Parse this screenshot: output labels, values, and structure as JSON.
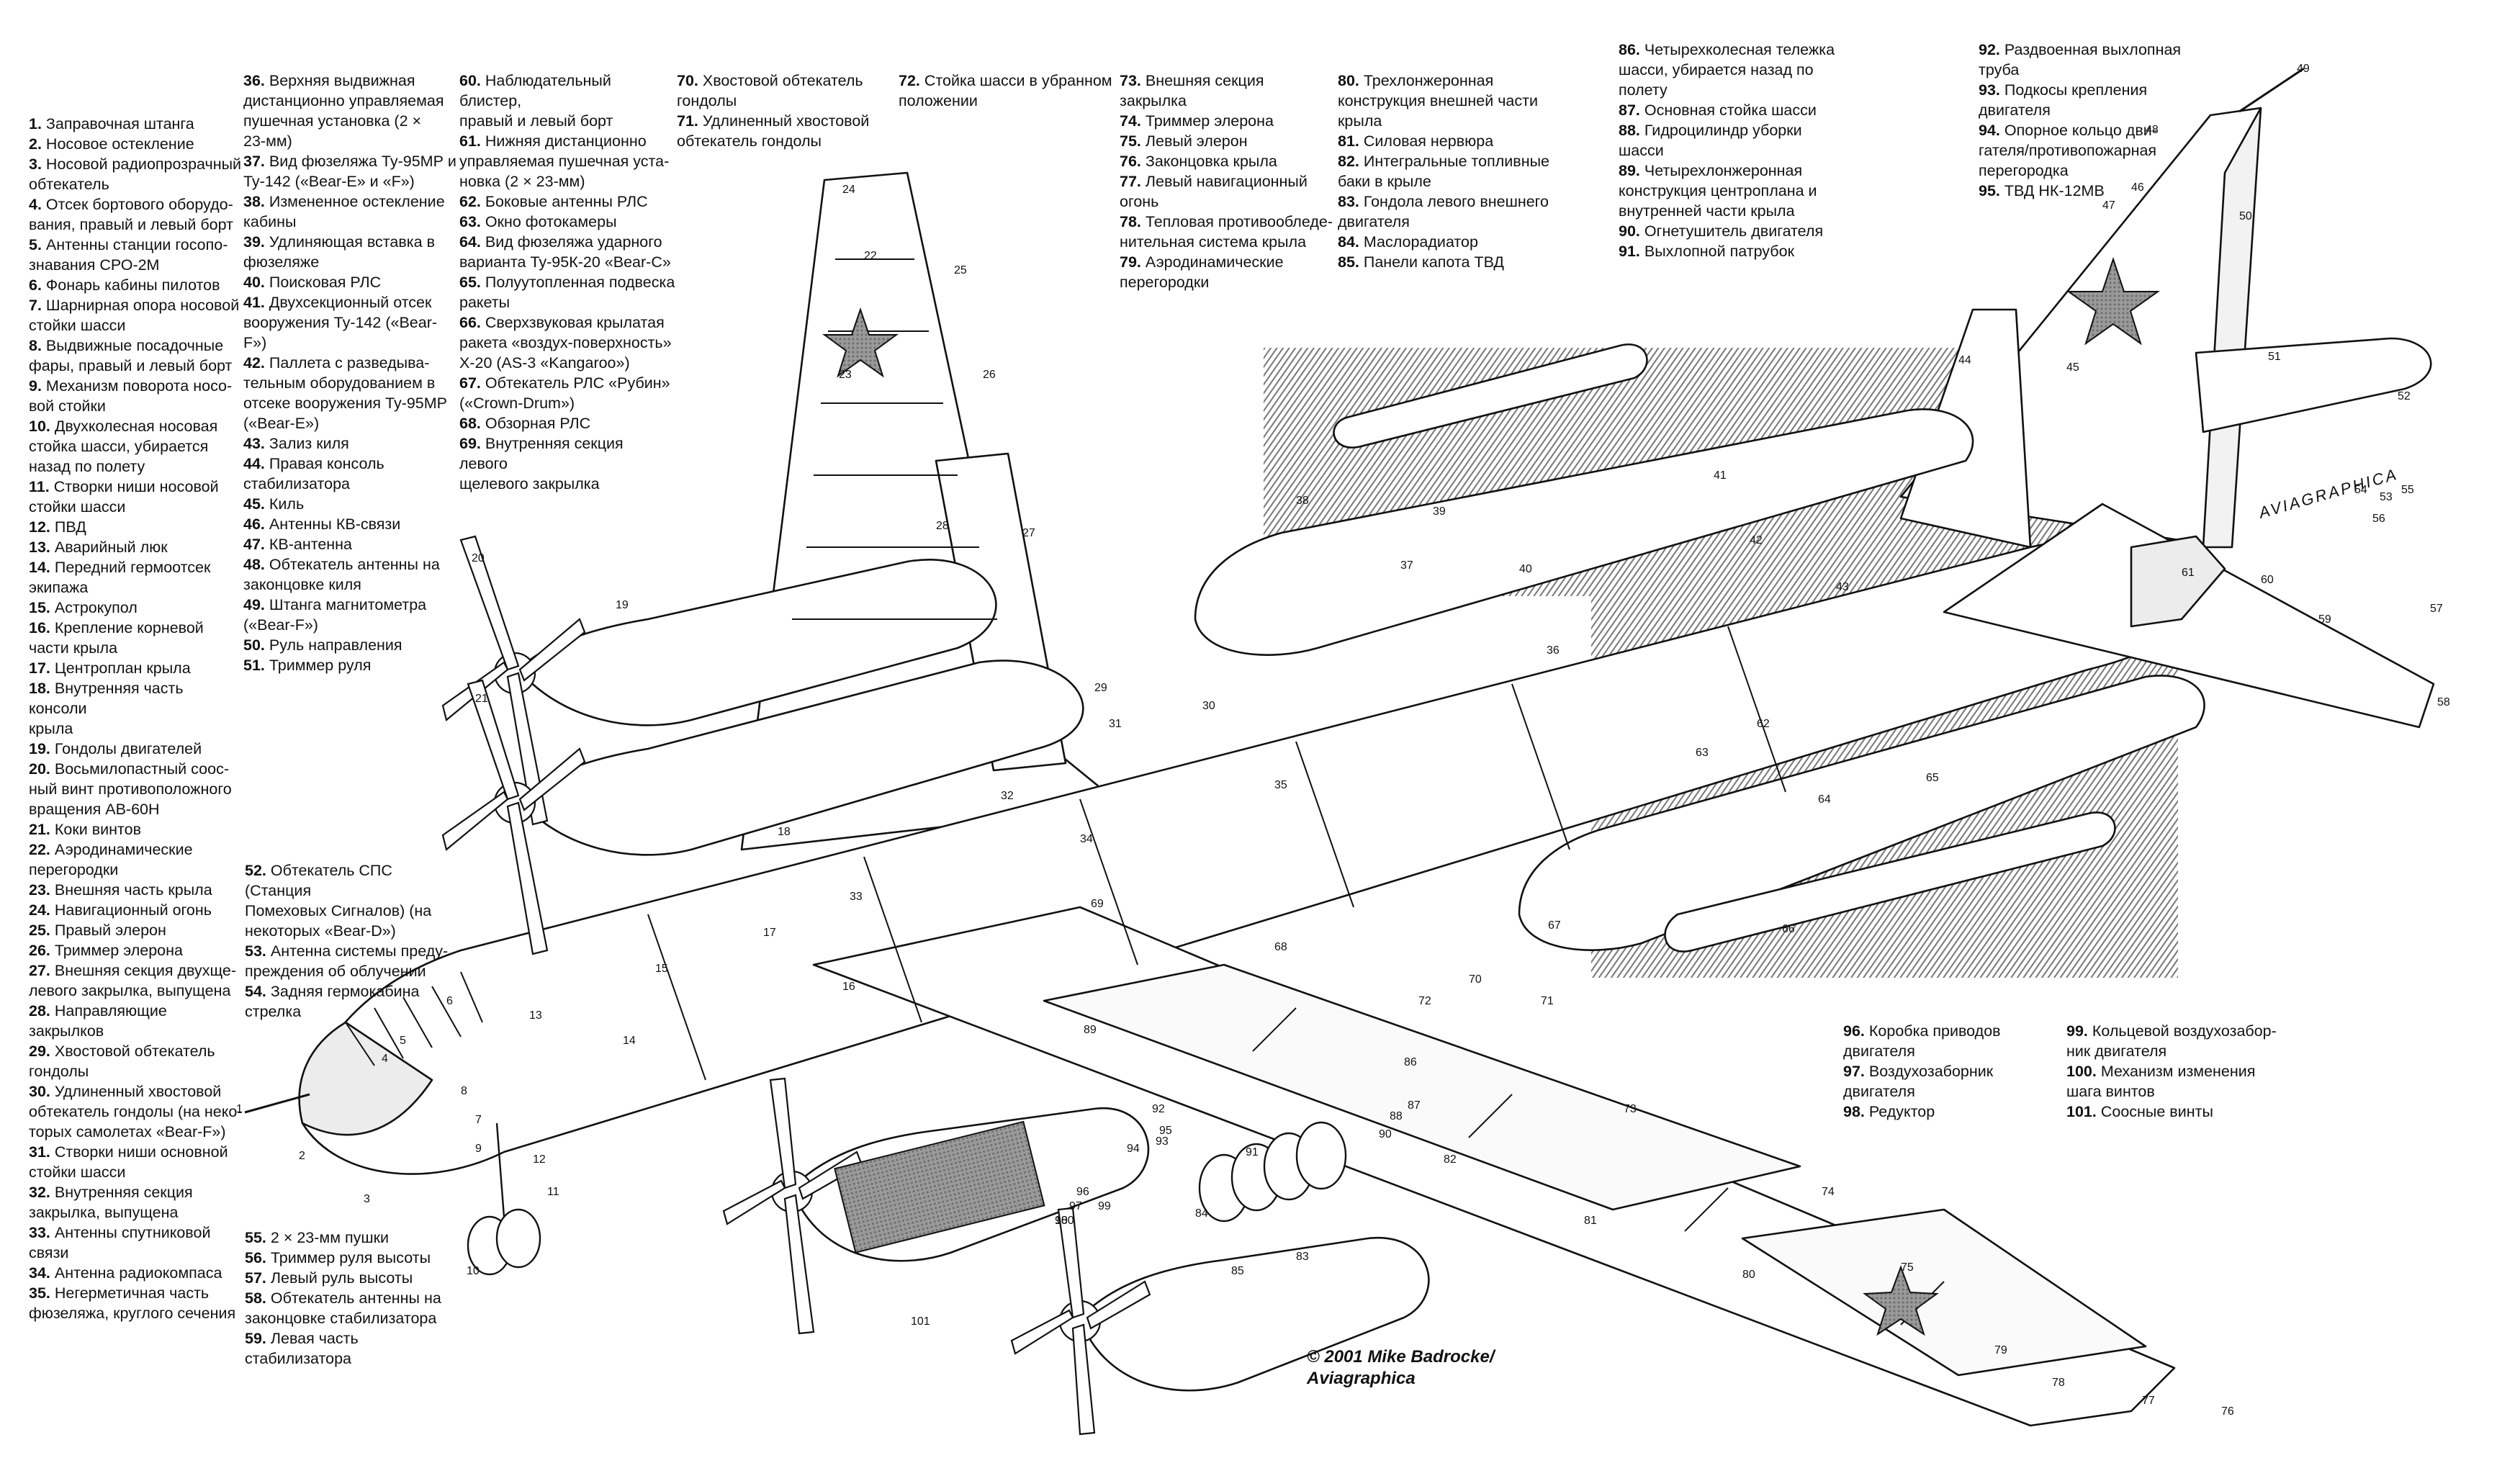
{
  "legend": {
    "col1": [
      [
        "1.",
        "Заправочная штанга"
      ],
      [
        "2.",
        "Носовое остекление"
      ],
      [
        "3.",
        "Носовой радиопрозрачный\nобтекатель"
      ],
      [
        "4.",
        "Отсек бортового оборудо-\nвания, правый и левый борт"
      ],
      [
        "5.",
        "Антенны станции госопо-\nзнавания СРО-2М"
      ],
      [
        "6.",
        "Фонарь кабины пилотов"
      ],
      [
        "7.",
        "Шарнирная опора носовой\nстойки шасси"
      ],
      [
        "8.",
        "Выдвижные посадочные\nфары, правый и левый борт"
      ],
      [
        "9.",
        "Механизм поворота носо-\nвой стойки"
      ],
      [
        "10.",
        "Двухколесная носовая\nстойка шасси, убирается\nназад по полету"
      ],
      [
        "11.",
        "Створки ниши носовой\nстойки шасси"
      ],
      [
        "12.",
        "ПВД"
      ],
      [
        "13.",
        "Аварийный люк"
      ],
      [
        "14.",
        "Передний гермоотсек\nэкипажа"
      ],
      [
        "15.",
        "Астрокупол"
      ],
      [
        "16.",
        "Крепление корневой\nчасти крыла"
      ],
      [
        "17.",
        "Центроплан крыла"
      ],
      [
        "18.",
        "Внутренняя часть консоли\nкрыла"
      ],
      [
        "19.",
        "Гондолы двигателей"
      ],
      [
        "20.",
        "Восьмилопастный соос-\nный винт противоположного\nвращения АВ-60Н"
      ],
      [
        "21.",
        "Коки винтов"
      ],
      [
        "22.",
        "Аэродинамические\nперегородки"
      ],
      [
        "23.",
        "Внешняя часть крыла"
      ],
      [
        "24.",
        "Навигационный огонь"
      ],
      [
        "25.",
        "Правый элерон"
      ],
      [
        "26.",
        "Триммер элерона"
      ],
      [
        "27.",
        "Внешняя секция двухще-\nлевого закрылка, выпущена"
      ],
      [
        "28.",
        "Направляющие\nзакрылков"
      ],
      [
        "29.",
        "Хвостовой обтекатель\nгондолы"
      ],
      [
        "30.",
        "Удлиненный хвостовой\nобтекатель гондолы (на неко-\nторых самолетах «Bear-F»)"
      ],
      [
        "31.",
        "Створки ниши основной\nстойки шасси"
      ],
      [
        "32.",
        "Внутренняя секция\nзакрылка, выпущена"
      ],
      [
        "33.",
        "Антенны спутниковой\nсвязи"
      ],
      [
        "34.",
        "Антенна радиокомпаса"
      ],
      [
        "35.",
        "Негерметичная часть\nфюзеляжа, круглого сечения"
      ]
    ],
    "col2": [
      [
        "36.",
        "Верхняя выдвижная\nдистанционно управляемая\nпушечная установка (2 ×\n23-мм)"
      ],
      [
        "37.",
        "Вид фюзеляжа Ту-95МР и\nТу-142 («Bear-E» и «F»)"
      ],
      [
        "38.",
        "Измененное остекление\nкабины"
      ],
      [
        "39.",
        "Удлиняющая вставка в\nфюзеляже"
      ],
      [
        "40.",
        "Поисковая РЛС"
      ],
      [
        "41.",
        "Двухсекционный отсек\nвооружения Ту-142 («Bear-F»)"
      ],
      [
        "42.",
        "Паллета с разведыва-\nтельным оборудованием в\nотсеке вооружения Ту-95МР\n(«Bear-E»)"
      ],
      [
        "43.",
        "Зализ киля"
      ],
      [
        "44.",
        "Правая консоль\nстабилизатора"
      ],
      [
        "45.",
        "Киль"
      ],
      [
        "46.",
        "Антенны КВ-связи"
      ],
      [
        "47.",
        "КВ-антенна"
      ],
      [
        "48.",
        "Обтекатель антенны на\nзаконцовке киля"
      ],
      [
        "49.",
        "Штанга магнитометра\n(«Bear-F»)"
      ],
      [
        "50.",
        "Руль направления"
      ],
      [
        "51.",
        "Триммер руля"
      ]
    ],
    "col2b": [
      [
        "52.",
        "Обтекатель СПС (Станция\nПомеховых Сигналов) (на\nнекоторых «Bear-D»)"
      ],
      [
        "53.",
        "Антенна системы преду-\nпреждения об облучении"
      ],
      [
        "54.",
        "Задняя гермокабина\nстрелка"
      ]
    ],
    "col2c": [
      [
        "55.",
        "2 × 23-мм пушки"
      ],
      [
        "56.",
        "Триммер руля высоты"
      ],
      [
        "57.",
        "Левый руль высоты"
      ],
      [
        "58.",
        "Обтекатель антенны на\nзаконцовке стабилизатора"
      ],
      [
        "59.",
        "Левая часть\nстабилизатора"
      ]
    ],
    "col3": [
      [
        "60.",
        "Наблюдательный блистер,\nправый и левый борт"
      ],
      [
        "61.",
        "Нижняя дистанционно\nуправляемая пушечная уста-\nновка (2 × 23-мм)"
      ],
      [
        "62.",
        "Боковые антенны РЛС"
      ],
      [
        "63.",
        "Окно фотокамеры"
      ],
      [
        "64.",
        "Вид фюзеляжа ударного\nварианта Ту-95К-20 «Bear-C»"
      ],
      [
        "65.",
        "Полуутопленная подвеска\nракеты"
      ],
      [
        "66.",
        "Сверхзвуковая крылатая\nракета «воздух-поверхность»\nХ-20 (AS-3 «Kangaroo»)"
      ],
      [
        "67.",
        "Обтекатель РЛС «Рубин»\n(«Crown-Drum»)"
      ],
      [
        "68.",
        "Обзорная РЛС"
      ],
      [
        "69.",
        "Внутренняя секция левого\nщелевого закрылка"
      ]
    ],
    "col4": [
      [
        "70.",
        "Хвостовой обтекатель\nгондолы"
      ],
      [
        "71.",
        "Удлиненный хвостовой\nобтекатель гондолы"
      ]
    ],
    "col5": [
      [
        "72.",
        "Стойка шасси в убранном\nположении"
      ]
    ],
    "col6": [
      [
        "73.",
        "Внешняя секция\nзакрылка"
      ],
      [
        "74.",
        "Триммер элерона"
      ],
      [
        "75.",
        "Левый элерон"
      ],
      [
        "76.",
        "Законцовка крыла"
      ],
      [
        "77.",
        "Левый навигационный\nогонь"
      ],
      [
        "78.",
        "Тепловая противообледе-\nнительная система крыла"
      ],
      [
        "79.",
        "Аэродинамические\nперегородки"
      ]
    ],
    "col7": [
      [
        "80.",
        "Трехлонжеронная\nконструкция внешней части\nкрыла"
      ],
      [
        "81.",
        "Силовая нервюра"
      ],
      [
        "82.",
        "Интегральные топливные\nбаки в крыле"
      ],
      [
        "83.",
        "Гондола левого внешнего\nдвигателя"
      ],
      [
        "84.",
        "Маслорадиатор"
      ],
      [
        "85.",
        "Панели капота ТВД"
      ]
    ],
    "col8": [
      [
        "86.",
        "Четырехколесная тележка\nшасси, убирается назад по\nполету"
      ],
      [
        "87.",
        "Основная стойка шасси"
      ],
      [
        "88.",
        "Гидроцилиндр уборки\nшасси"
      ],
      [
        "89.",
        "Четырехлонжеронная\nконструкция центроплана и\nвнутренней части крыла"
      ],
      [
        "90.",
        "Огнетушитель двигателя"
      ],
      [
        "91.",
        "Выхлопной патрубок"
      ]
    ],
    "col9": [
      [
        "92.",
        "Раздвоенная выхлопная\nтруба"
      ],
      [
        "93.",
        "Подкосы крепления\nдвигателя"
      ],
      [
        "94.",
        "Опорное кольцо дви-\nгателя/противопожарная\nперегородка"
      ],
      [
        "95.",
        "ТВД НК-12МВ"
      ]
    ],
    "col10": [
      [
        "96.",
        "Коробка приводов\nдвигателя"
      ],
      [
        "97.",
        "Воздухозаборник\nдвигателя"
      ],
      [
        "98.",
        "Редуктор"
      ]
    ],
    "col11": [
      [
        "99.",
        "Кольцевой воздухозабор-\nник двигателя"
      ],
      [
        "100.",
        "Механизм изменения\nшага винтов"
      ],
      [
        "101.",
        "Соосные винты"
      ]
    ]
  },
  "credit": {
    "line1": "© 2001 Mike Badrocke/",
    "line2": "Aviagraphica"
  },
  "watermark": "AVIAGRAPHICA",
  "callouts": [
    "1",
    "2",
    "3",
    "4",
    "5",
    "6",
    "7",
    "8",
    "9",
    "10",
    "11",
    "12",
    "13",
    "14",
    "15",
    "16",
    "17",
    "18",
    "19",
    "20",
    "21",
    "22",
    "23",
    "24",
    "25",
    "26",
    "27",
    "28",
    "29",
    "30",
    "31",
    "32",
    "33",
    "34",
    "35",
    "36",
    "37",
    "38",
    "39",
    "40",
    "41",
    "42",
    "43",
    "44",
    "45",
    "46",
    "47",
    "48",
    "49",
    "50",
    "51",
    "52",
    "53",
    "54",
    "55",
    "56",
    "57",
    "58",
    "59",
    "60",
    "61",
    "62",
    "63",
    "64",
    "65",
    "66",
    "67",
    "68",
    "69",
    "70",
    "71",
    "72",
    "73",
    "74",
    "75",
    "76",
    "77",
    "78",
    "79",
    "80",
    "81",
    "82",
    "83",
    "84",
    "85",
    "86",
    "87",
    "88",
    "89",
    "90",
    "91",
    "92",
    "93",
    "94",
    "95",
    "96",
    "97",
    "98",
    "99",
    "100",
    "101"
  ],
  "colors": {
    "ink": "#111111",
    "hatch": "#6b6b6b",
    "panel": "#f4f4f4",
    "skin": "#ffffff"
  }
}
